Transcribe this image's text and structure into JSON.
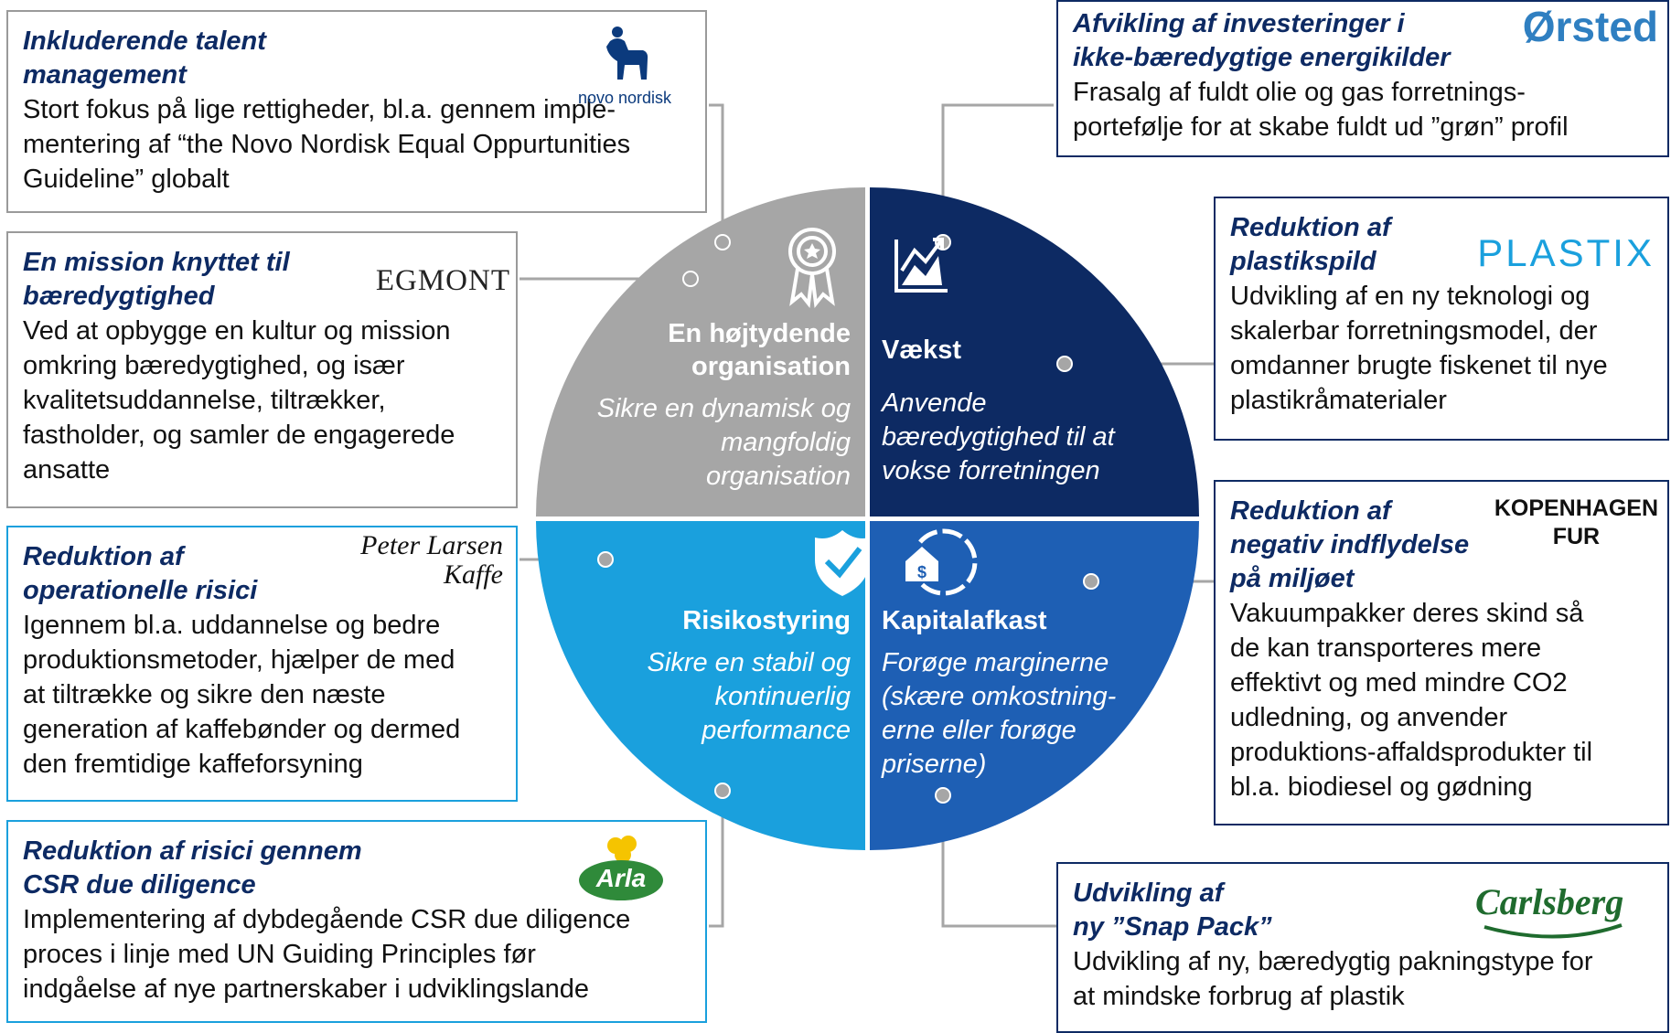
{
  "quadrants": {
    "organisation": {
      "label": "En højtydende\norganisation",
      "sub": "Sikre en dynamisk og\nmangfoldig\norganisation",
      "icon": "award-ribbon-icon",
      "color": "#a6a6a6"
    },
    "growth": {
      "label": "Vækst",
      "sub": "Anvende\nbæredygtighed til at\nvokse forretningen",
      "icon": "growth-chart-icon",
      "color": "#0d2a63"
    },
    "risk": {
      "label": "Risikostyring",
      "sub": "Sikre en stabil og\nkontinuerlig\nperformance",
      "icon": "shield-check-icon",
      "color": "#1aa0dd"
    },
    "capital": {
      "label": "Kapitalafkast",
      "sub": "Forøge marginerne\n(skære omkostning-\nerne eller forøge\npriserne)",
      "icon": "house-dollar-icon",
      "color": "#1e5fb4"
    }
  },
  "cases": [
    {
      "title": "Inkluderende talent\nmanagement",
      "body": "Stort fokus på lige rettigheder, bl.a. gennem imple-\nmentering af “the Novo Nordisk Equal Oppurtunities\nGuideline” globalt",
      "logo_text": "novo nordisk",
      "logo_icon": "novo-nordisk-bull-icon"
    },
    {
      "title": "En mission knyttet til\nbæredygtighed",
      "body": "Ved at opbygge en kultur og mission\nomkring bæredygtighed, og især\nkvalitetsuddannelse, tiltrækker,\nfastholder, og samler de engagerede\nansatte",
      "logo_text": "EGMONT"
    },
    {
      "title": "Reduktion af\noperationelle risici",
      "body": "Igennem bl.a. uddannelse og bedre\nproduktionsmetoder, hjælper de med\nat tiltrække og sikre den næste\ngeneration af kaffebønder og dermed\nden fremtidige kaffeforsyning",
      "logo_text": "Peter Larsen\nKaffe"
    },
    {
      "title": "Reduktion af risici gennem\nCSR due diligence",
      "body": "Implementering af dybdegående CSR due diligence\nproces i linje med UN Guiding Principles før\nindgåelse af nye partnerskaber i udviklingslande",
      "logo_text": "Arla"
    },
    {
      "title": "Afvikling af investeringer i\nikke-bæredygtige energikilder",
      "body": "Frasalg af fuldt olie og gas forretnings-\nportefølje for at skabe fuldt ud ”grøn” profil",
      "logo_text": "Ørsted"
    },
    {
      "title": "Reduktion af\nplastikspild",
      "body": "Udvikling af en ny teknologi og\nskalerbar forretningsmodel, der\nomdanner brugte fiskenet til nye\nplastikråmaterialer",
      "logo_text": "PLASTIX"
    },
    {
      "title": "Reduktion af\nnegativ indflydelse\npå miljøet",
      "body": "Vakuumpakker deres skind så\nde kan transporteres mere\neffektivt og med mindre CO2\nudledning, og anvender\nproduktions-affaldsprodukter til\nbl.a. biodiesel og gødning",
      "logo_text": "KOPENHAGEN\nFUR"
    },
    {
      "title": "Udvikling af\nny ”Snap Pack”",
      "body": "Udvikling af ny, bæredygtig pakningstype for\nat mindske forbrug af plastik",
      "logo_text": "Carlsberg"
    }
  ]
}
